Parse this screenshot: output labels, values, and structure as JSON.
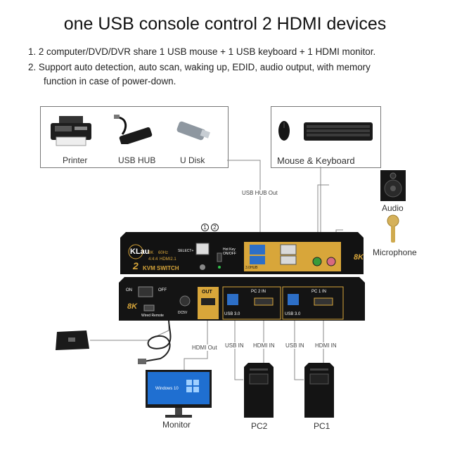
{
  "title": "one USB console control 2 HDMI devices",
  "bullets": [
    "1. 2 computer/DVD/DVR share 1 USB mouse + 1 USB keyboard + 1 HDMI monitor.",
    "2. Support auto detection, auto scan, waking up, EDID, audio output, with memory",
    "function in case of power-down."
  ],
  "devices": {
    "printer": "Printer",
    "usb_hub": "USB HUB",
    "u_disk": "U Disk",
    "mouse_keyboard": "Mouse & Keyboard",
    "audio": "Audio",
    "microphone": "Microphone",
    "monitor": "Monitor",
    "pc2": "PC2",
    "pc1": "PC1"
  },
  "wire_labels": {
    "usb_hub_out": "USB HUB  Out",
    "hdmi_out": "HDMI Out",
    "usb_in_1": "USB IN",
    "hdmi_in_1": "HDMI IN",
    "usb_in_2": "USB IN",
    "hdmi_in_2": "HDMI IN"
  },
  "kvm_front": {
    "brand": "KLau",
    "model_line": "KVM SWITCH",
    "ports_2": "2",
    "badge_8k": "8K",
    "spec1": "8K",
    "spec2": "60Hz",
    "spec3": "4:4:4",
    "spec4": "HDMI2.1",
    "select": "SELECT+",
    "hotkey": "Hot Key ON/OFF",
    "num1": "1",
    "num2": "2",
    "hub_label": "3.0HUB"
  },
  "kvm_back": {
    "on": "ON",
    "off": "OFF",
    "dcsv": "DC5V",
    "wired": "Wired Remote",
    "badge_8k": "8K",
    "out": "OUT",
    "pc2_in": "PC 2 IN",
    "pc1_in": "PC 1 IN",
    "usb30_a": "USB 3.0",
    "usb30_b": "USB 3.0"
  },
  "screen_text": "Windows 10",
  "colors": {
    "gold": "#d8a63a",
    "usb_blue": "#2d6fc7",
    "device_black": "#1b1b1b"
  }
}
